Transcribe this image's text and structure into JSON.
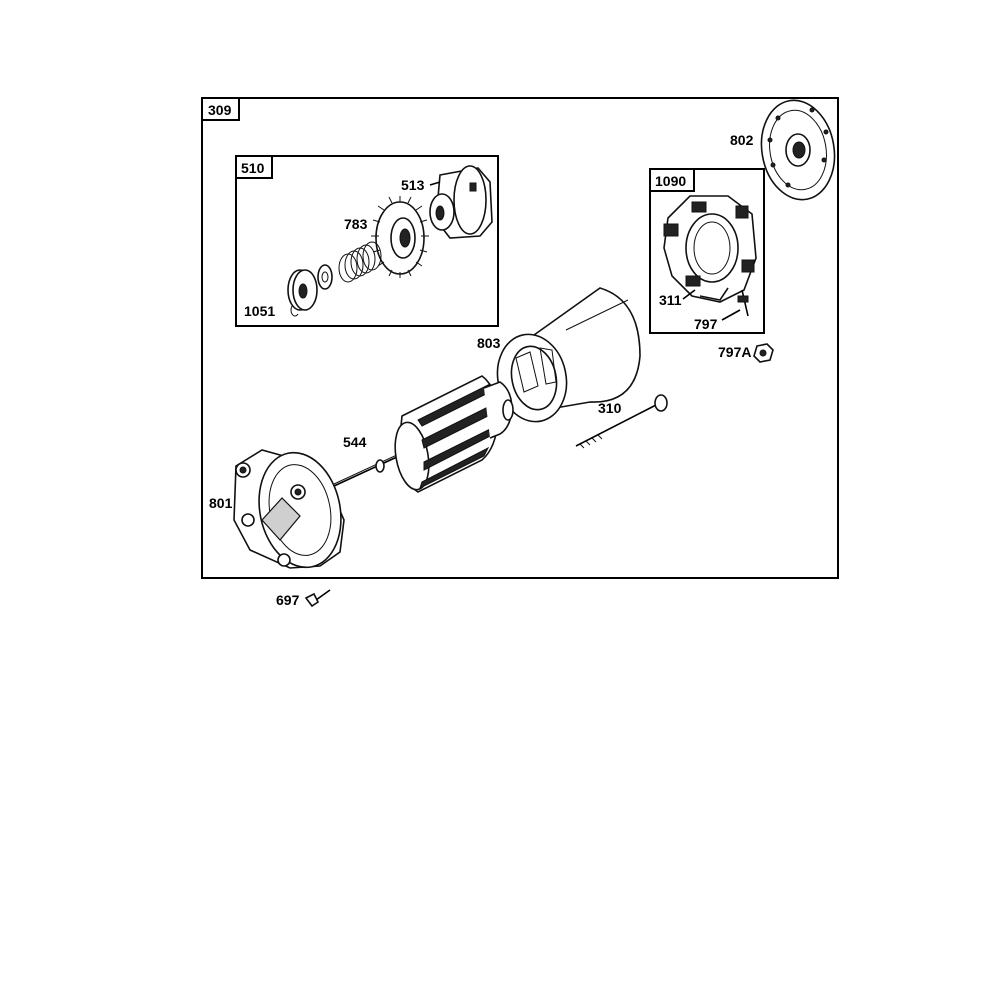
{
  "assembly": {
    "label": "309",
    "sub_kits": [
      {
        "id": "kit-510",
        "label": "510"
      },
      {
        "id": "kit-1090",
        "label": "1090"
      }
    ]
  },
  "callouts": {
    "p513": "513",
    "p783": "783",
    "p1051": "1051",
    "p802": "802",
    "p311": "311",
    "p797": "797",
    "p797a": "797A",
    "p803": "803",
    "p310": "310",
    "p544": "544",
    "p801": "801",
    "p697": "697"
  }
}
